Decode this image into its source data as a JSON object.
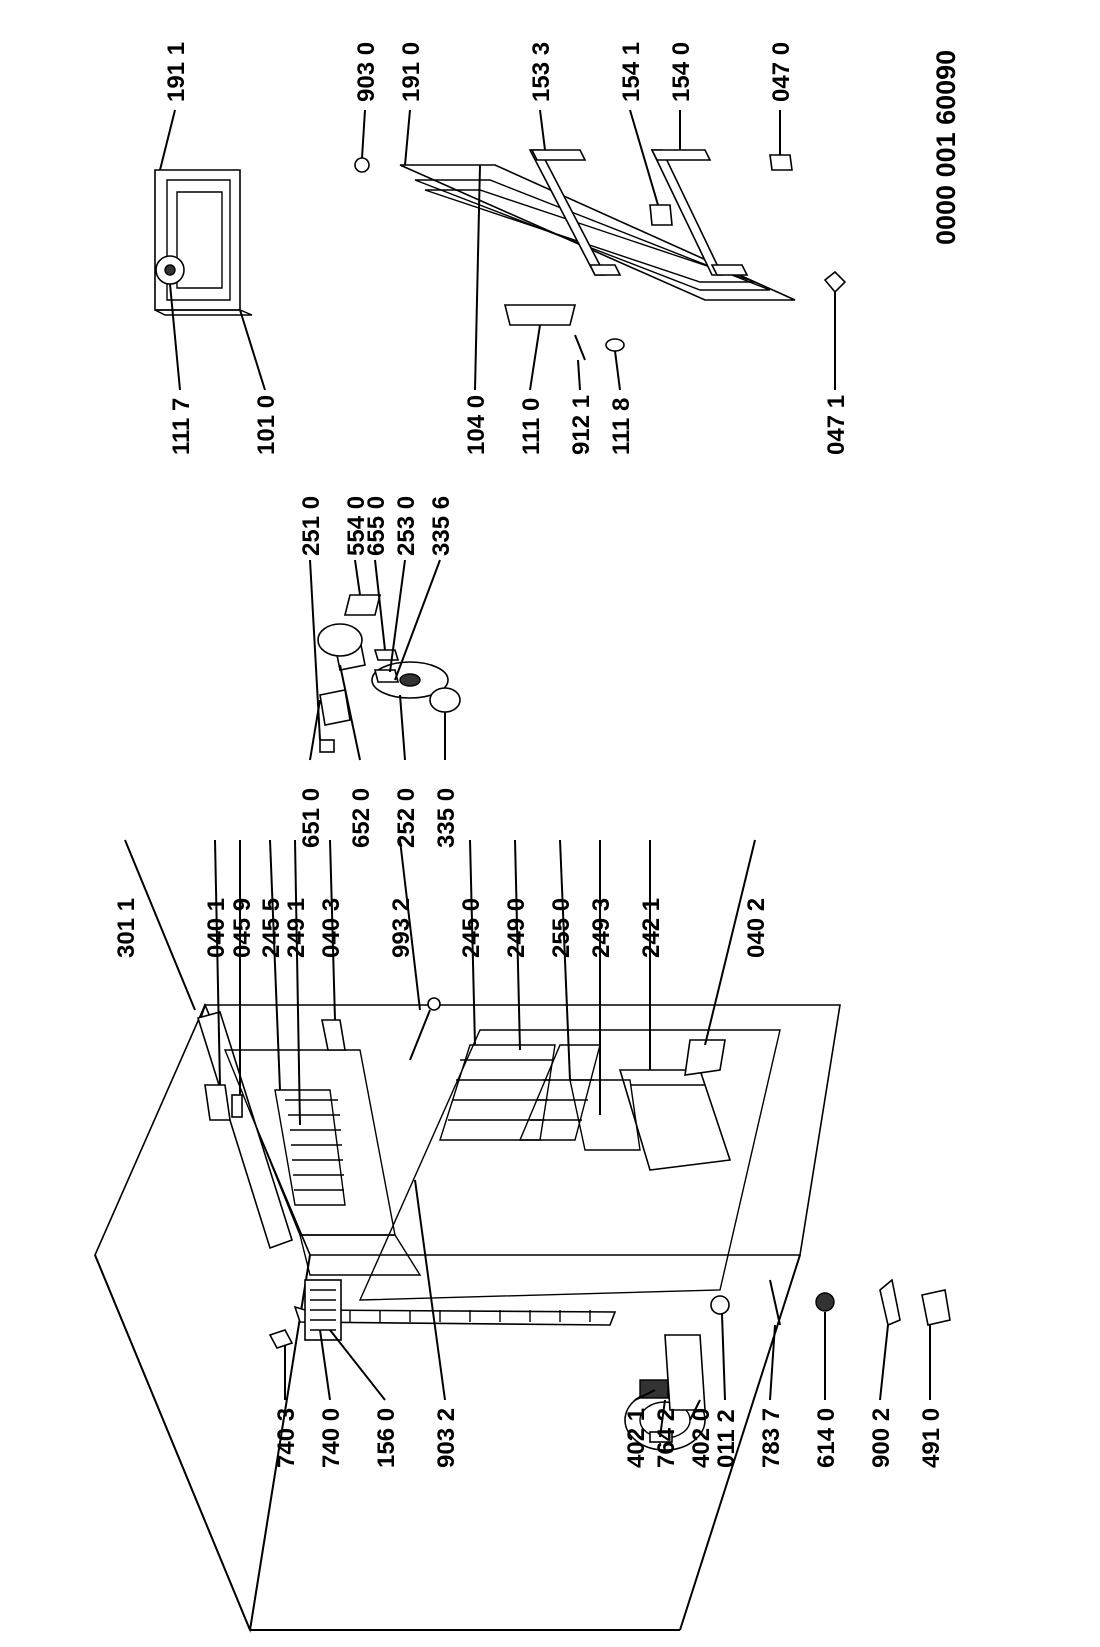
{
  "document_number": "0000  001 60090",
  "labels": {
    "l_301_1": "301 1",
    "l_040_1": "040 1",
    "l_045_9": "045 9",
    "l_245_5": "245 5",
    "l_249_1": "249 1",
    "l_040_3": "040 3",
    "l_993_2": "993 2",
    "l_245_0": "245 0",
    "l_249_0": "249 0",
    "l_255_0": "255 0",
    "l_249_3": "249 3",
    "l_242_1": "242 1",
    "l_040_2": "040 2",
    "l_740_3": "740 3",
    "l_740_0": "740 0",
    "l_156_0": "156 0",
    "l_903_2": "903 2",
    "l_402_1": "402 1",
    "l_764_2": "764 2",
    "l_402_0": "402 0",
    "l_011_2": "011 2",
    "l_783_7": "783 7",
    "l_614_0": "614 0",
    "l_900_2": "900 2",
    "l_491_0": "491 0",
    "l_651_0": "651 0",
    "l_652_0": "652 0",
    "l_252_0": "252 0",
    "l_335_0": "335 0",
    "l_251_0": "251 0",
    "l_554_0": "554 0",
    "l_655_0": "655 0",
    "l_253_0": "253 0",
    "l_335_6": "335 6",
    "l_111_7": "111 7",
    "l_101_0": "101 0",
    "l_104_0": "104 0",
    "l_111_0": "111 0",
    "l_912_1": "912 1",
    "l_111_8": "111 8",
    "l_047_1": "047 1",
    "l_191_1": "191 1",
    "l_903_0": "903 0",
    "l_191_0": "191 0",
    "l_153_3": "153 3",
    "l_154_1": "154 1",
    "l_154_0": "154 0",
    "l_047_0": "047 0"
  }
}
